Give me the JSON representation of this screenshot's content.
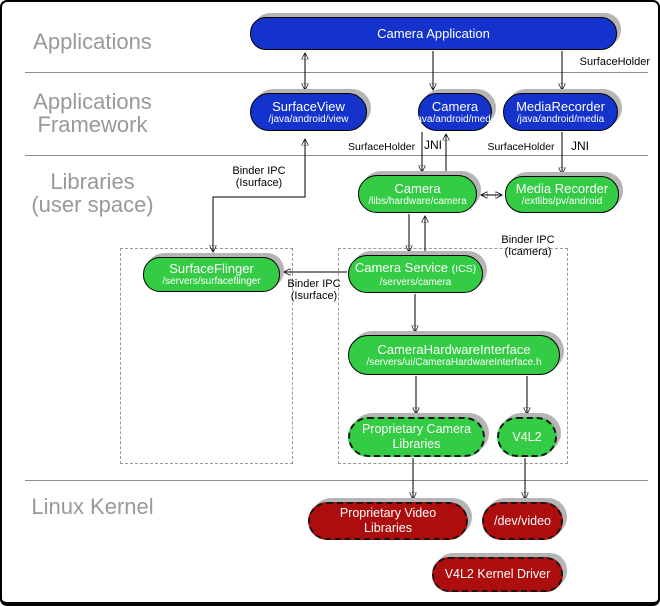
{
  "layers": {
    "applications": "Applications",
    "framework_line1": "Applications",
    "framework_line2": "Framework",
    "libraries_line1": "Libraries",
    "libraries_line2": "(user space)",
    "kernel": "Linux Kernel"
  },
  "nodes": {
    "camera_app": {
      "title": "Camera Application"
    },
    "surfaceview": {
      "title": "SurfaceView",
      "path": "/java/android/view"
    },
    "fw_camera": {
      "title": "Camera",
      "path": "/java/android/media"
    },
    "fw_mediarecorder": {
      "title": "MediaRecorder",
      "path": "/java/android/media"
    },
    "lib_camera": {
      "title": "Camera",
      "path": "/libs/hardware/camera"
    },
    "lib_mediarecorder": {
      "title": "Media Recorder",
      "path": "/extlibs/pv/android"
    },
    "surfaceflinger": {
      "title": "SurfaceFlinger",
      "path": "/servers/surfaceflinger"
    },
    "camera_service": {
      "title": "Camera Service",
      "title_suffix": "(ICS)",
      "path": "/servers/camera"
    },
    "camera_hardware_interface": {
      "title": "CameraHardwareInterface",
      "path": "/servers/ui/CameraHardwareInterface.h"
    },
    "proprietary_camera_libraries": {
      "title": "Proprietary Camera Libraries"
    },
    "v4l2": {
      "title": "V4L2"
    },
    "proprietary_video_libraries": {
      "title": "Proprietary Video Libraries"
    },
    "dev_video": {
      "title": "/dev/video"
    },
    "v4l2_kernel_driver": {
      "title": "V4L2 Kernel Driver"
    }
  },
  "edge_labels": {
    "surfaceholder_top_right": "SurfaceHolder",
    "surfaceholder_camera": "SurfaceHolder",
    "jni_camera": "JNI",
    "surfaceholder_mediarecorder": "SurfaceHolder",
    "jni_mediarecorder": "JNI",
    "binder_ipc_isurface_upper_line1": "Binder IPC",
    "binder_ipc_isurface_upper_line2": "(Isurface)",
    "binder_ipc_isurface_lower_line1": "Binder IPC",
    "binder_ipc_isurface_lower_line2": "(Isurface)",
    "binder_ipc_icamera_line1": "Binder IPC",
    "binder_ipc_icamera_line2": "(Icamera)"
  },
  "colors": {
    "framework_blue": "#1433cc",
    "userspace_green": "#33cc44",
    "kernel_red": "#ad0d0d",
    "shadow_gray": "#b5b5b5",
    "layer_label_gray": "#999999",
    "divider_gray": "#8c8c8c",
    "dashed_box_gray": "#999999"
  }
}
